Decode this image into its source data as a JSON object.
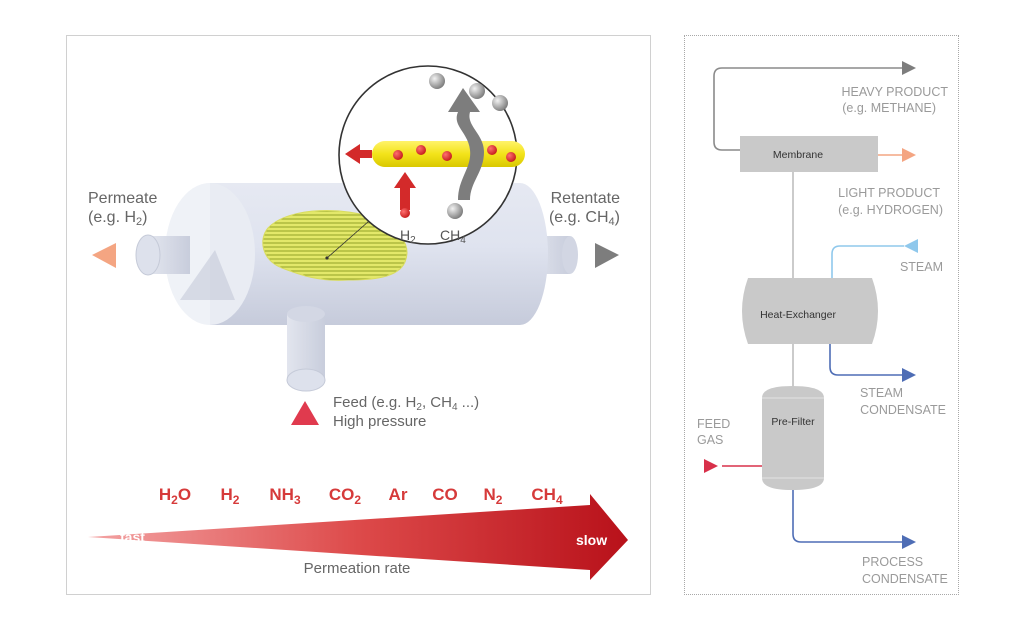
{
  "left": {
    "permeate": {
      "line1": "Permeate",
      "line2a": "(e.g. H",
      "line2sub": "2",
      "line2b": ")"
    },
    "retentate": {
      "line1": "Retentate",
      "line2a": "(e.g. CH",
      "line2sub": "4",
      "line2b": ")"
    },
    "zoom": {
      "h2": "H",
      "h2sub": "2",
      "ch4": "CH",
      "ch4sub": "4"
    },
    "feed": {
      "line1a": "Feed (e.g. H",
      "line1sub1": "2",
      "line1b": ", CH",
      "line1sub2": "4",
      "line1c": " ...)",
      "line2": "High pressure"
    },
    "molecules": [
      {
        "base": "H",
        "sub": "2",
        "tail": "O"
      },
      {
        "base": "H",
        "sub": "2",
        "tail": ""
      },
      {
        "base": "NH",
        "sub": "3",
        "tail": ""
      },
      {
        "base": "CO",
        "sub": "2",
        "tail": ""
      },
      {
        "base": "Ar",
        "sub": "",
        "tail": ""
      },
      {
        "base": "CO",
        "sub": "",
        "tail": ""
      },
      {
        "base": "N",
        "sub": "2",
        "tail": ""
      },
      {
        "base": "CH",
        "sub": "4",
        "tail": ""
      }
    ],
    "arrow": {
      "fast": "fast",
      "slow": "slow",
      "caption": "Permeation rate"
    }
  },
  "right": {
    "heavy_product": {
      "line1": "HEAVY PRODUCT",
      "line2": "(e.g. METHANE)"
    },
    "membrane": "Membrane",
    "light_product": {
      "line1": "LIGHT PRODUCT",
      "line2": "(e.g. HYDROGEN)"
    },
    "steam": "STEAM",
    "heat_exchanger": "Heat-Exchanger",
    "steam_condensate": {
      "line1": "STEAM",
      "line2": "CONDENSATE"
    },
    "feed_gas": {
      "line1": "FEED",
      "line2": "GAS"
    },
    "prefilter": "Pre-Filter",
    "process_condensate": {
      "line1": "PROCESS",
      "line2": "CONDENSATE"
    }
  },
  "colors": {
    "molecule_red": "#d63a3a",
    "arrow_dark": "#c0161c",
    "arrow_light": "#e8686b",
    "permeate_orange": "#f4a582",
    "retentate_grey": "#7d7d7d",
    "steam_blue": "#8fc8ec",
    "condensate_blue": "#4e6db5",
    "feed_red": "#d8304a"
  }
}
